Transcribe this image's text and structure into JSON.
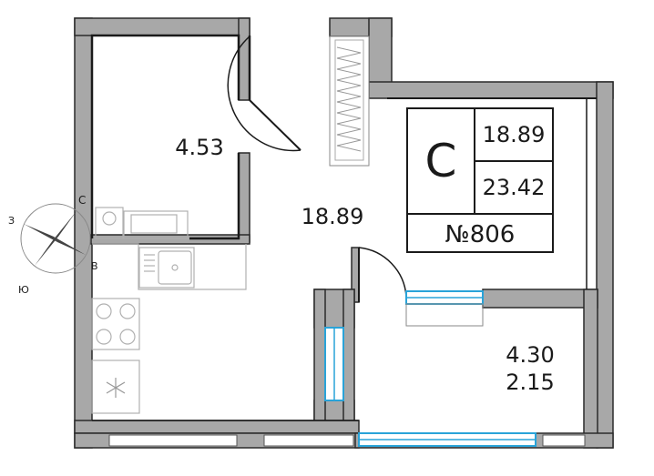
{
  "apartment": {
    "type_letter": "С",
    "living_area": "18.89",
    "total_area": "23.42",
    "number": "№806"
  },
  "rooms": {
    "bathroom_area": "4.53",
    "main_room_area": "18.89",
    "balcony_area": "4.30",
    "balcony_reduced_area": "2.15"
  },
  "compass": {
    "west": "З",
    "north": "С",
    "east": "В",
    "south": "Ю"
  },
  "colors": {
    "wall_fill": "#a8a8a8",
    "wall_stroke": "#2a2a2a",
    "window_blue": "#29a3d8",
    "fixture_gray": "#b0b0b0"
  }
}
